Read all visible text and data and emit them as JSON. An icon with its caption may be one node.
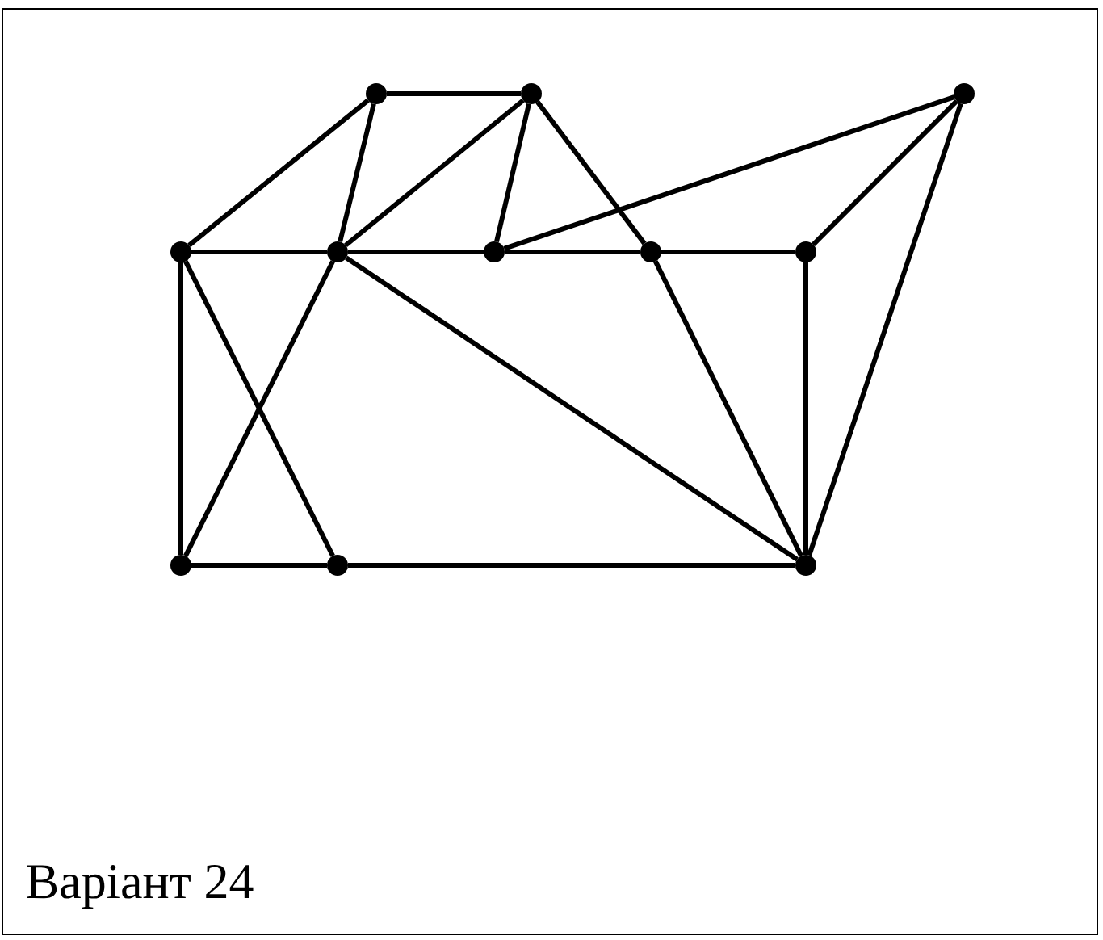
{
  "diagram": {
    "nodes": [
      {
        "text": [],
        "shape": "circle"
      },
      {
        "text": [],
        "shape": "circle"
      },
      {
        "text": [],
        "shape": "circle"
      },
      {
        "text": [],
        "shape": "circle"
      },
      {
        "text": [],
        "shape": "circle"
      },
      {
        "text": [],
        "shape": "circle"
      },
      {
        "text": [],
        "shape": "circle"
      },
      {
        "text": [],
        "shape": "circle"
      },
      {
        "text": [],
        "shape": "circle"
      },
      {
        "text": [],
        "shape": "circle"
      },
      {
        "text": [],
        "shape": "circle"
      }
    ],
    "edges": [
      {
        "from": 0,
        "to": 1,
        "arrow": "none"
      },
      {
        "from": 0,
        "to": 3,
        "arrow": "none"
      },
      {
        "from": 0,
        "to": 4,
        "arrow": "none"
      },
      {
        "from": 1,
        "to": 4,
        "arrow": "none"
      },
      {
        "from": 1,
        "to": 5,
        "arrow": "none"
      },
      {
        "from": 1,
        "to": 6,
        "arrow": "none"
      },
      {
        "from": 2,
        "to": 5,
        "arrow": "none"
      },
      {
        "from": 2,
        "to": 7,
        "arrow": "none"
      },
      {
        "from": 2,
        "to": 10,
        "arrow": "none"
      },
      {
        "from": 3,
        "to": 4,
        "arrow": "none"
      },
      {
        "from": 4,
        "to": 5,
        "arrow": "none"
      },
      {
        "from": 5,
        "to": 6,
        "arrow": "none"
      },
      {
        "from": 6,
        "to": 7,
        "arrow": "none"
      },
      {
        "from": 3,
        "to": 8,
        "arrow": "none"
      },
      {
        "from": 3,
        "to": 9,
        "arrow": "none"
      },
      {
        "from": 4,
        "to": 8,
        "arrow": "none"
      },
      {
        "from": 4,
        "to": 10,
        "arrow": "none"
      },
      {
        "from": 6,
        "to": 10,
        "arrow": "none"
      },
      {
        "from": 7,
        "to": 10,
        "arrow": "none"
      },
      {
        "from": 8,
        "to": 9,
        "arrow": "none"
      },
      {
        "from": 9,
        "to": 10,
        "arrow": "none"
      }
    ],
    "labels": [
      "Варіант 24"
    ]
  }
}
